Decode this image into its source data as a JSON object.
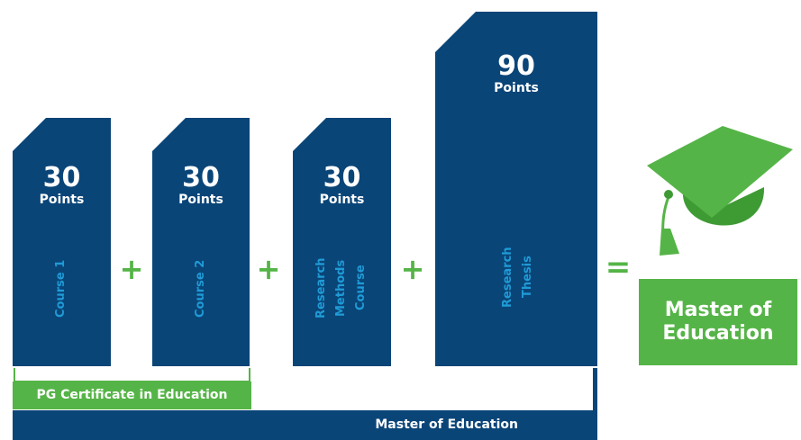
{
  "blocks": [
    {
      "points": "30",
      "unit": "Points",
      "label": "Course 1"
    },
    {
      "points": "30",
      "unit": "Points",
      "label": "Course 2"
    },
    {
      "points": "30",
      "unit": "Points",
      "label": "Research\nMethods\nCourse"
    },
    {
      "points": "90",
      "unit": "Points",
      "label": "Research\nThesis"
    }
  ],
  "operators": {
    "plus": "+",
    "equals": "="
  },
  "bars": {
    "pg_certificate": "PG Certificate in Education",
    "master": "Master of Education"
  },
  "result": {
    "line1": "Master of",
    "line2": "Education"
  },
  "colors": {
    "navy": "#0a4578",
    "green": "#55b447",
    "label_blue": "#1f9bd6"
  },
  "icons": {
    "result": "graduation-cap-icon"
  }
}
